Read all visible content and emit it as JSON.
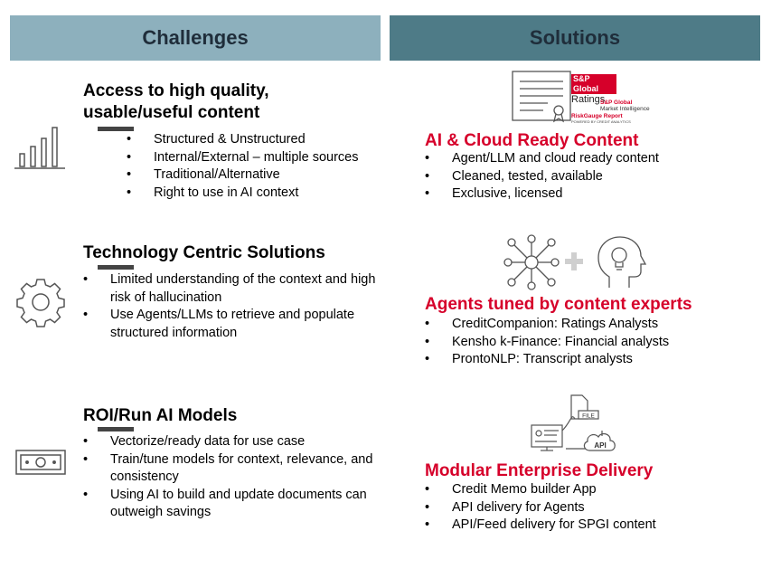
{
  "headers": {
    "challenges": "Challenges",
    "solutions": "Solutions"
  },
  "challenges": [
    {
      "title": "Access to high quality, usable/useful content",
      "icon": "bar-chart-icon",
      "bullets": [
        "Structured & Unstructured",
        "Internal/External – multiple sources",
        "Traditional/Alternative",
        "Right to use in AI context"
      ]
    },
    {
      "title": "Technology Centric Solutions",
      "icon": "gear-icon",
      "bullets": [
        "Limited understanding of the context and high risk of hallucination",
        "Use Agents/LLMs to retrieve and populate structured information"
      ]
    },
    {
      "title": "ROI/Run AI Models",
      "icon": "banknote-icon",
      "bullets": [
        "Vectorize/ready data for use case",
        "Train/tune models for context, relevance, and consistency",
        "Using AI to build and update documents can outweigh savings"
      ]
    }
  ],
  "solutions": [
    {
      "title": "AI & Cloud Ready Content",
      "bullets": [
        "Agent/LLM and cloud ready content",
        "Cleaned, tested, available",
        "Exclusive, licensed"
      ]
    },
    {
      "title": "Agents tuned by content experts",
      "bullets": [
        "CreditCompanion: Ratings Analysts",
        "Kensho k-Finance: Financial analysts",
        "ProntoNLP: Transcript analysts"
      ]
    },
    {
      "title": "Modular Enterprise Delivery",
      "bullets": [
        "Credit Memo builder App",
        "API delivery for Agents",
        "API/Feed delivery for SPGI content"
      ]
    }
  ],
  "logos": {
    "ratings_line1": "S&P Global",
    "ratings_line2": "Ratings",
    "mi_line1": "S&P Global",
    "mi_line2": "Market Intelligence",
    "riskgauge_line1": "RiskGauge Report",
    "riskgauge_line2": "POWERED BY CREDIT ANALYTICS"
  },
  "delivery_labels": {
    "file": "FILE",
    "api": "API"
  },
  "colors": {
    "accent_red": "#d6002a",
    "left_header": "#8db0bd",
    "right_header": "#4e7b87"
  }
}
